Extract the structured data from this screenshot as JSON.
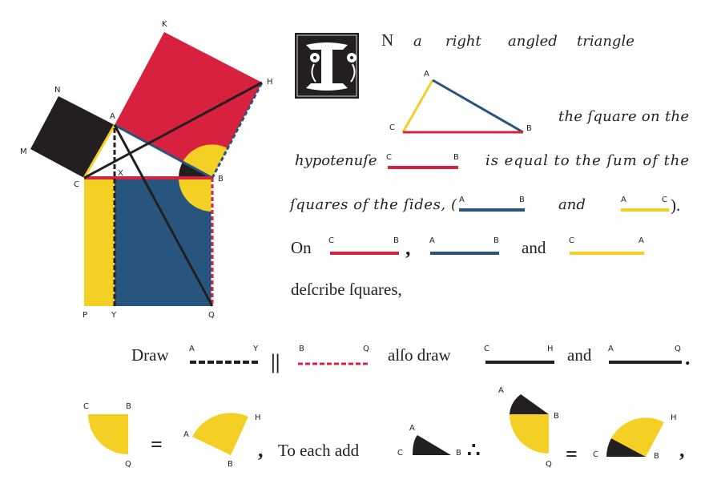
{
  "colors": {
    "red": "#d8213f",
    "blue": "#27557d",
    "yellow": "#f4d025",
    "black": "#231f20"
  },
  "figure_labels": {
    "K": "K",
    "H": "H",
    "N": "N",
    "A": "A",
    "M": "M",
    "C": "C",
    "X": "X",
    "B": "B",
    "P": "P",
    "Y": "Y",
    "Q": "Q"
  },
  "text": {
    "drop_cap": "I",
    "line1": [
      "N",
      "a",
      "right",
      "angled",
      "triangle"
    ],
    "line2": "the ſquare on the",
    "line3a": "hypotenuſe",
    "line3b": "is  equal  to the ſum of the",
    "line4a": "ſquares of the ſides, (",
    "line4b": "and",
    "line4c": ").",
    "line5": [
      "On",
      ",",
      "and"
    ],
    "line6": "deſcribe ſquares,",
    "line7": [
      "Draw",
      "||",
      "alſo draw",
      "and",
      "."
    ],
    "line8": [
      "=",
      ",",
      "To each add",
      "∴",
      "=",
      ","
    ]
  }
}
